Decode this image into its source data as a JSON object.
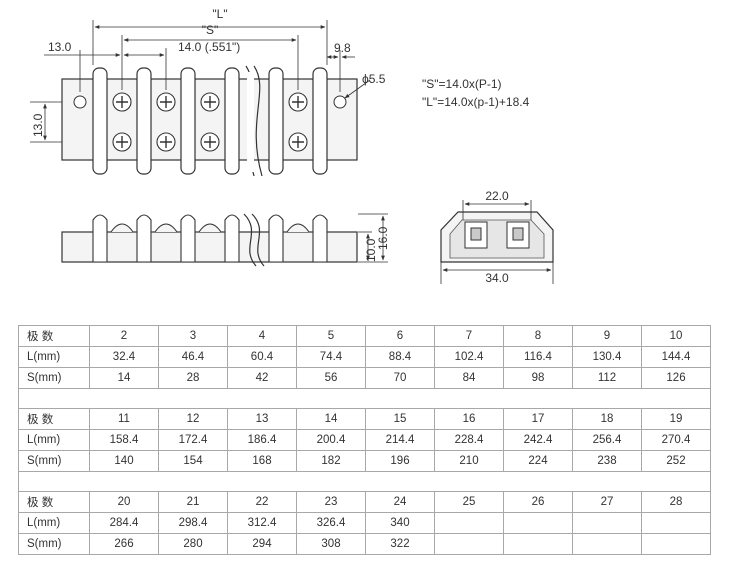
{
  "drawing": {
    "dims": {
      "L": "\"L\"",
      "S": "\"S\"",
      "left_margin": "13.0",
      "pitch": "14.0 (.551\")",
      "right_margin": "9.8",
      "hole": "ϕ5.5",
      "height_top": "13.0",
      "height_side_inner": "10.0",
      "height_side_outer": "16.0",
      "end_width_inner": "22.0",
      "end_width_outer": "34.0"
    },
    "formulas": {
      "S": "\"S\"=14.0x(P-1)",
      "L": "\"L\"=14.0x(p-1)+18.4"
    }
  },
  "table": {
    "row_labels": {
      "poles": "极 数",
      "L": "L(mm)",
      "S": "S(mm)"
    },
    "blocks": [
      {
        "poles": [
          "2",
          "3",
          "4",
          "5",
          "6",
          "7",
          "8",
          "9",
          "10"
        ],
        "L": [
          "32.4",
          "46.4",
          "60.4",
          "74.4",
          "88.4",
          "102.4",
          "116.4",
          "130.4",
          "144.4"
        ],
        "S": [
          "14",
          "28",
          "42",
          "56",
          "70",
          "84",
          "98",
          "112",
          "126"
        ]
      },
      {
        "poles": [
          "11",
          "12",
          "13",
          "14",
          "15",
          "16",
          "17",
          "18",
          "19"
        ],
        "L": [
          "158.4",
          "172.4",
          "186.4",
          "200.4",
          "214.4",
          "228.4",
          "242.4",
          "256.4",
          "270.4"
        ],
        "S": [
          "140",
          "154",
          "168",
          "182",
          "196",
          "210",
          "224",
          "238",
          "252"
        ]
      },
      {
        "poles": [
          "20",
          "21",
          "22",
          "23",
          "24",
          "25",
          "26",
          "27",
          "28"
        ],
        "L": [
          "284.4",
          "298.4",
          "312.4",
          "326.4",
          "340",
          "",
          "",
          "",
          ""
        ],
        "S": [
          "266",
          "280",
          "294",
          "308",
          "322",
          "",
          "",
          "",
          ""
        ]
      }
    ]
  }
}
